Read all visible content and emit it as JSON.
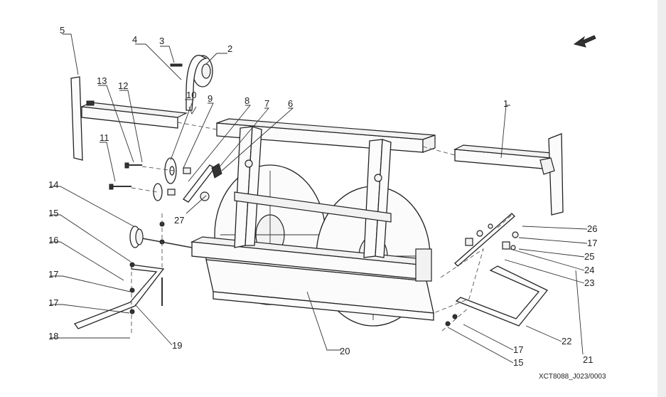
{
  "diagram": {
    "callouts": [
      {
        "id": "c1",
        "text": "1"
      },
      {
        "id": "c2",
        "text": "2"
      },
      {
        "id": "c3",
        "text": "3"
      },
      {
        "id": "c4",
        "text": "4"
      },
      {
        "id": "c5",
        "text": "5"
      },
      {
        "id": "c6",
        "text": "6"
      },
      {
        "id": "c7",
        "text": "7"
      },
      {
        "id": "c8",
        "text": "8"
      },
      {
        "id": "c9",
        "text": "9"
      },
      {
        "id": "c10",
        "text": "10"
      },
      {
        "id": "c11",
        "text": "11"
      },
      {
        "id": "c12",
        "text": "12"
      },
      {
        "id": "c13",
        "text": "13"
      },
      {
        "id": "c14",
        "text": "14"
      },
      {
        "id": "c15a",
        "text": "15"
      },
      {
        "id": "c15b",
        "text": "15"
      },
      {
        "id": "c16",
        "text": "16"
      },
      {
        "id": "c17a",
        "text": "17"
      },
      {
        "id": "c17b",
        "text": "17"
      },
      {
        "id": "c17c",
        "text": "17"
      },
      {
        "id": "c17d",
        "text": "17"
      },
      {
        "id": "c18",
        "text": "18"
      },
      {
        "id": "c19",
        "text": "19"
      },
      {
        "id": "c20",
        "text": "20"
      },
      {
        "id": "c21",
        "text": "21"
      },
      {
        "id": "c22",
        "text": "22"
      },
      {
        "id": "c23",
        "text": "23"
      },
      {
        "id": "c24",
        "text": "24"
      },
      {
        "id": "c25",
        "text": "25"
      },
      {
        "id": "c26",
        "text": "26"
      },
      {
        "id": "c27",
        "text": "27"
      }
    ],
    "reference_code": "XCT8088_J023/0003",
    "orientation_icon": "direction-arrow-icon"
  }
}
